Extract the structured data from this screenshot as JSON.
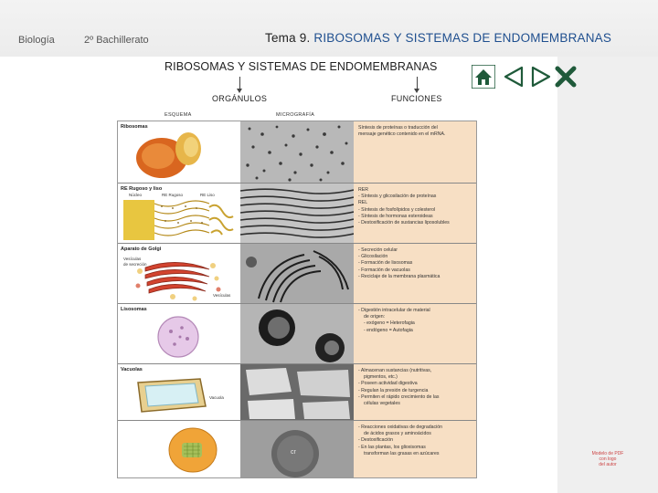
{
  "header": {
    "subject": "Biología",
    "course": "2º Bachillerato",
    "title_prefix": "Tema 9. ",
    "title_topic": "RIBOSOMAS Y SISTEMAS DE ENDOMEMBRANAS"
  },
  "figure": {
    "title": "RIBOSOMAS Y SISTEMAS DE ENDOMEMBRANAS",
    "organelles_heading": "ORGÁNULOS",
    "functions_heading": "FUNCIONES",
    "schema_column": "ESQUEMA",
    "micro_column": "MICROGRAFÍA",
    "rows": [
      {
        "label": "Ribosomas",
        "functions": [
          "Síntesis de proteínas o traducción del",
          "mensaje genético contenido en el mRNA."
        ]
      },
      {
        "label": "RE Rugoso y liso",
        "sublabels": [
          "Núcleo",
          "RE Rugoso",
          "RE Liso"
        ],
        "functions": [
          "RER",
          "- Síntesis y glicosilación de proteínas",
          "REL",
          "- Síntesis de fosfolípidos y colesterol",
          "- Síntesis de hormonas esteroideas",
          "- Destoxificación de sustancias liposolubles"
        ]
      },
      {
        "label": "Aparato de Golgi",
        "sublabels": [
          "Vesículas",
          "de secreción",
          "Vesículas"
        ],
        "functions": [
          "- Secreción celular",
          "- Glicosilación",
          "- Formación de lisosomas",
          "- Formación de vacuolas",
          "- Reciclaje de la membrana plasmática"
        ]
      },
      {
        "label": "Lisosomas",
        "functions": [
          "- Digestión intracelular de material",
          "de origen:",
          "- exógeno = Heterofagia",
          "- endógeno = Autofagia"
        ]
      },
      {
        "label": "Vacuolas",
        "sublabels": [
          "Vacuola"
        ],
        "functions": [
          "- Almacenan sustancias (nutritivas,",
          "pigmentos, etc.)",
          "- Poseen actividad digestiva",
          "- Regulan la presión de turgencia",
          "- Permiten el rápido crecimiento de las",
          "células vegetales"
        ]
      },
      {
        "label": "",
        "micro_label": "cr",
        "functions": [
          "- Reacciones oxidativas de degradación",
          "de ácidos grasos y aminoácidos",
          "- Destoxificación",
          "- En las plantas, los glioxisomas",
          "transforman las grasas en azúcares"
        ]
      }
    ]
  },
  "nav": {
    "home": "home-icon",
    "prev": "prev-icon",
    "next": "next-icon",
    "close": "close-icon"
  },
  "watermark": [
    "Modelo de PDF",
    "con logo",
    "del autor"
  ],
  "colors": {
    "nav_green": "#1f5a3a",
    "func_bg": "#f7dfc4",
    "title_blue": "#1f4f8f"
  }
}
